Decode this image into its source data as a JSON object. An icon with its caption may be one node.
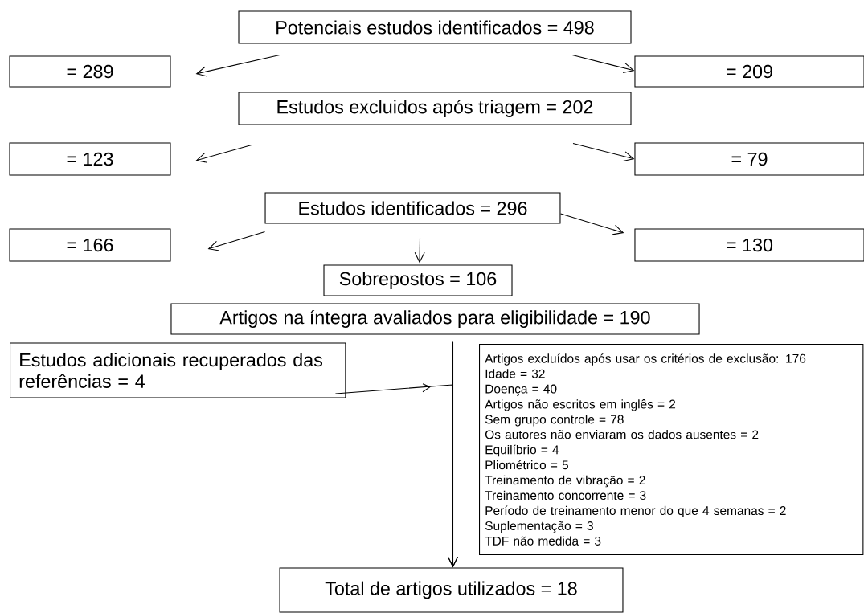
{
  "diagram": {
    "nodes": [
      {
        "text": [
          "Potenciais estudos identificados = 498"
        ]
      },
      {
        "text": [
          "= 289"
        ]
      },
      {
        "text": [
          "= 209"
        ]
      },
      {
        "text": [
          "Estudos excluidos após triagem = 202"
        ]
      },
      {
        "text": [
          "= 123"
        ]
      },
      {
        "text": [
          "= 79"
        ]
      },
      {
        "text": [
          "Estudos identificados = 296"
        ]
      },
      {
        "text": [
          "= 166"
        ]
      },
      {
        "text": [
          "= 130"
        ]
      },
      {
        "text": [
          "Sobrepostos = 106"
        ]
      },
      {
        "text": [
          "Artigos na íntegra avaliados para eligibilidade = 190"
        ]
      },
      {
        "text": [
          "Estudos adicionais recuperados das referências = 4"
        ]
      },
      {
        "text": [
          "Artigos excluídos após usar os critérios de exclusão: 176",
          "Idade = 32",
          "Doença = 40",
          "Artigos não escritos em inglês = 2",
          "Sem grupo controle = 78",
          "Os autores não enviaram os dados ausentes = 2",
          "Equilíbrio = 4",
          "Pliométrico = 5",
          "Treinamento de vibração = 2",
          "Treinamento concorrente = 3",
          "Período de treinamento menor do que 4 semanas = 2",
          "Suplementação = 3",
          "TDF não medida = 3"
        ]
      },
      {
        "text": [
          "Total de artigos utilizados = 18"
        ]
      }
    ],
    "edges": [
      {
        "from": 0,
        "to": 1,
        "arrow": "to"
      },
      {
        "from": 0,
        "to": 2,
        "arrow": "to"
      },
      {
        "from": 3,
        "to": 4,
        "arrow": "to"
      },
      {
        "from": 3,
        "to": 5,
        "arrow": "to"
      },
      {
        "from": 6,
        "to": 7,
        "arrow": "to"
      },
      {
        "from": 6,
        "to": 8,
        "arrow": "to"
      },
      {
        "from": 6,
        "to": 9,
        "arrow": "to"
      },
      {
        "from": 10,
        "to": 13,
        "arrow": "to"
      },
      {
        "from": 11,
        "to": 13,
        "arrow": "to"
      }
    ]
  }
}
